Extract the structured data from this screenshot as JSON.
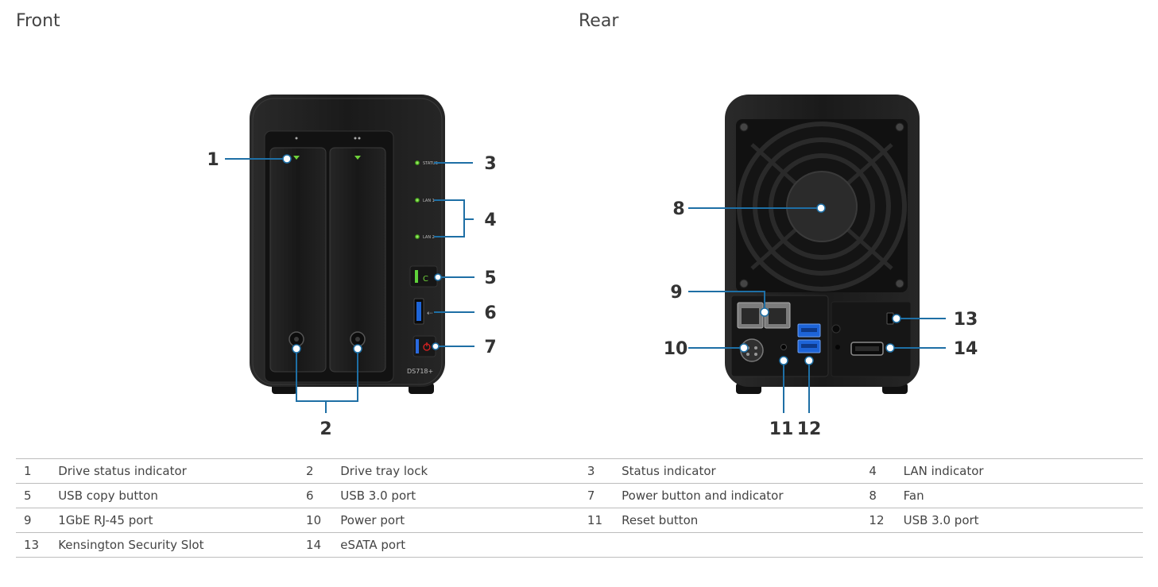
{
  "front": {
    "title": "Front"
  },
  "rear": {
    "title": "Rear"
  },
  "device": {
    "model_label": "DS718+",
    "status_label": "STATUS",
    "lan1_label": "LAN 1",
    "lan2_label": "LAN 2",
    "copy_button_glyph": "C"
  },
  "callouts": [
    "1",
    "2",
    "3",
    "4",
    "5",
    "6",
    "7",
    "8",
    "9",
    "10",
    "11",
    "12",
    "13",
    "14"
  ],
  "legend": {
    "rows": [
      [
        {
          "num": "1",
          "label": "Drive status indicator"
        },
        {
          "num": "2",
          "label": "Drive tray lock"
        },
        {
          "num": "3",
          "label": "Status indicator"
        },
        {
          "num": "4",
          "label": "LAN indicator"
        }
      ],
      [
        {
          "num": "5",
          "label": "USB copy button"
        },
        {
          "num": "6",
          "label": "USB 3.0 port"
        },
        {
          "num": "7",
          "label": "Power button and indicator"
        },
        {
          "num": "8",
          "label": "Fan"
        }
      ],
      [
        {
          "num": "9",
          "label": "1GbE RJ-45 port"
        },
        {
          "num": "10",
          "label": "Power port"
        },
        {
          "num": "11",
          "label": "Reset button"
        },
        {
          "num": "12",
          "label": "USB 3.0 port"
        }
      ],
      [
        {
          "num": "13",
          "label": "Kensington Security Slot"
        },
        {
          "num": "14",
          "label": "eSATA port"
        },
        {
          "num": "",
          "label": ""
        },
        {
          "num": "",
          "label": ""
        }
      ]
    ]
  },
  "colors": {
    "leader": "#1e6fa5",
    "led": "#6fd23a",
    "body": "#1c1c1c"
  }
}
